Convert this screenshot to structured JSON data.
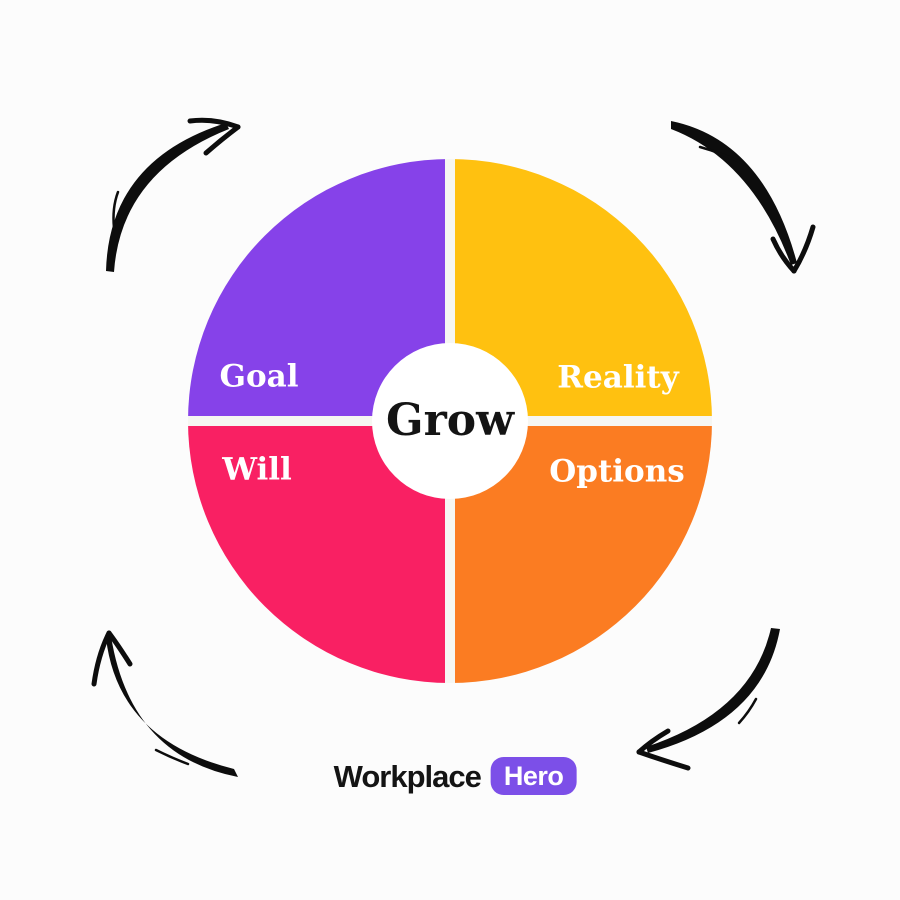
{
  "wheel": {
    "center_label": "Grow",
    "divider_color": "#f6f6f2",
    "quadrants": [
      {
        "label": "Goal",
        "position": "top-left",
        "color": "#8642e9"
      },
      {
        "label": "Reality",
        "position": "top-right",
        "color": "#ffc110"
      },
      {
        "label": "Options",
        "position": "bottom-right",
        "color": "#fb7c22"
      },
      {
        "label": "Will",
        "position": "bottom-left",
        "color": "#f92063"
      }
    ]
  },
  "arrows": {
    "color": "#0d0d0d",
    "icons": [
      "cycle-arrow-top-left",
      "cycle-arrow-top-right",
      "cycle-arrow-bottom-right",
      "cycle-arrow-bottom-left"
    ]
  },
  "branding": {
    "wordmark": "Workplace",
    "badge_label": "Hero",
    "badge_color": "#7c4fe8",
    "text_color": "#141414"
  }
}
